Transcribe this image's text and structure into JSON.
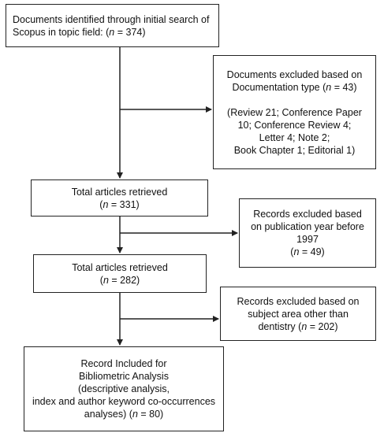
{
  "boxes": {
    "initial": {
      "line1": "Documents identified through initial search of",
      "line2_pre": "Scopus in topic field: (",
      "line2_n": "n",
      "line2_post": " = 374)"
    },
    "excluded_type": {
      "line1": "Documents excluded based on",
      "line2_pre": "Documentation type (",
      "line2_n": "n",
      "line2_post": " = 43)",
      "detail1": "(Review 21; Conference Paper",
      "detail2": "10; Conference Review 4;",
      "detail3": "Letter 4; Note 2;",
      "detail4": "Book Chapter 1; Editorial 1)"
    },
    "retrieved1": {
      "line1": "Total articles retrieved",
      "line2_pre": "(",
      "line2_n": "n",
      "line2_post": " = 331)"
    },
    "excluded_year": {
      "line1": "Records excluded based",
      "line2": "on publication year before",
      "line3": "1997",
      "line4_pre": "(",
      "line4_n": "n",
      "line4_post": " = 49)"
    },
    "retrieved2": {
      "line1": "Total articles retrieved",
      "line2_pre": "(",
      "line2_n": "n",
      "line2_post": " = 282)"
    },
    "excluded_subject": {
      "line1": "Records excluded based on",
      "line2": "subject area other than",
      "line3_pre": "dentistry  (",
      "line3_n": "n",
      "line3_post": " = 202)"
    },
    "included": {
      "line1": "Record Included for",
      "line2": "Bibliometric Analysis",
      "line3": "(descriptive analysis,",
      "line4": "index and author keyword co-occurrences",
      "line5_pre": "analyses) (",
      "line5_n": "n",
      "line5_post": " = 80)"
    }
  },
  "colors": {
    "stroke": "#222222",
    "background": "#ffffff"
  }
}
